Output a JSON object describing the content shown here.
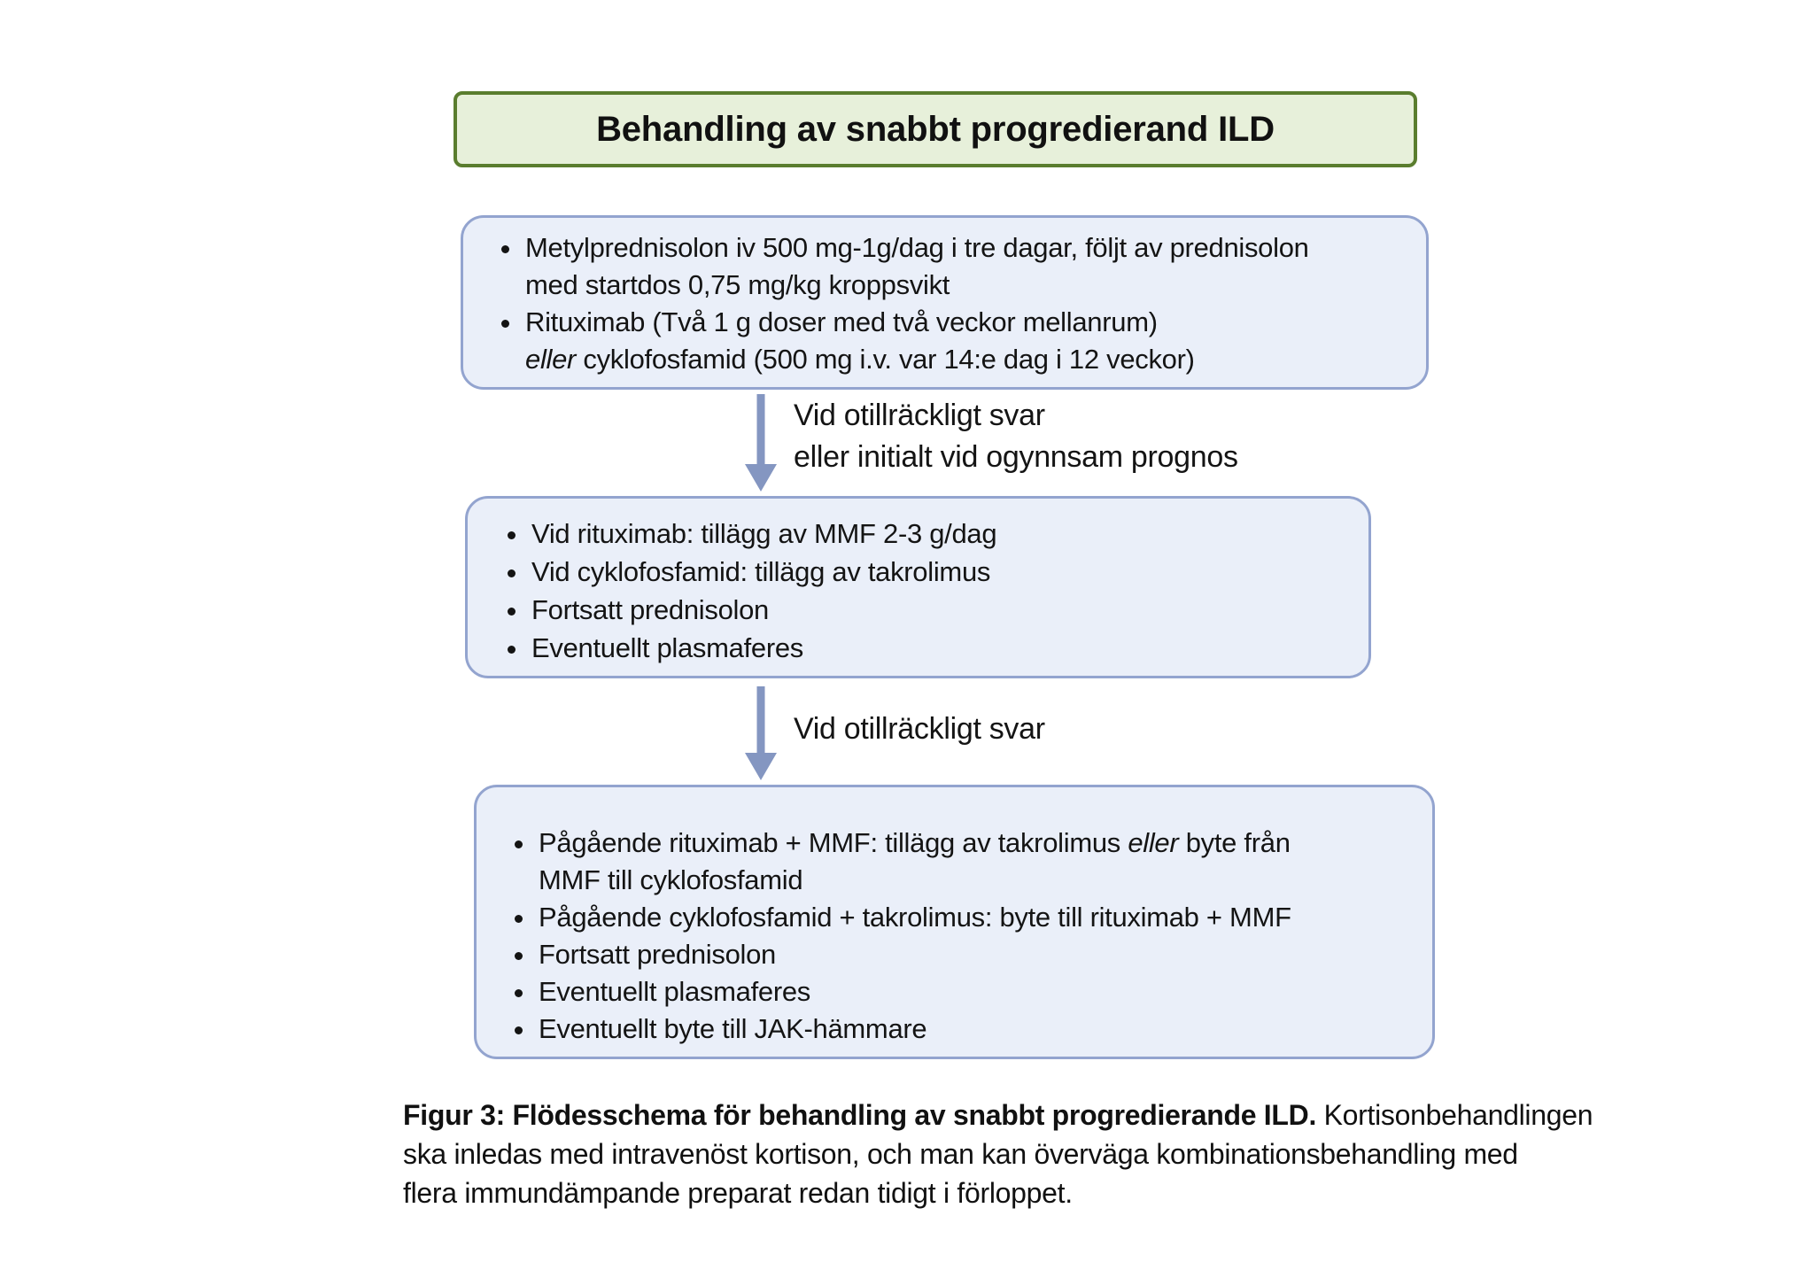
{
  "title": {
    "text": "Behandling av snabbt progredierand ILD"
  },
  "boxes": {
    "box1": {
      "bullets": [
        {
          "segments": [
            {
              "text": "Metylprednisolon iv 500 mg-1g/dag i tre dagar, följt av prednisolon"
            },
            {
              "br": true
            },
            {
              "text": "med startdos 0,75 mg/kg kroppsvikt"
            }
          ]
        },
        {
          "segments": [
            {
              "text": "Rituximab (Två 1 g doser med två veckor mellanrum)"
            },
            {
              "br": true
            },
            {
              "text": "eller",
              "italic": true
            },
            {
              "text": " cyklofosfamid (500 mg i.v. var 14:e dag i 12 veckor)"
            }
          ]
        }
      ]
    },
    "box2": {
      "bullets": [
        {
          "segments": [
            {
              "text": "Vid rituximab: tillägg av MMF 2-3 g/dag"
            }
          ]
        },
        {
          "segments": [
            {
              "text": "Vid cyklofosfamid: tillägg av takrolimus"
            }
          ]
        },
        {
          "segments": [
            {
              "text": "Fortsatt prednisolon"
            }
          ]
        },
        {
          "segments": [
            {
              "text": "Eventuellt plasmaferes"
            }
          ]
        }
      ]
    },
    "box3": {
      "bullets": [
        {
          "segments": [
            {
              "text": "Pågående rituximab + MMF: tillägg av takrolimus "
            },
            {
              "text": "eller",
              "italic": true
            },
            {
              "text": " byte från"
            },
            {
              "br": true
            },
            {
              "text": "MMF till cyklofosfamid"
            }
          ]
        },
        {
          "segments": [
            {
              "text": "Pågående cyklofosfamid + takrolimus: byte till rituximab + MMF"
            }
          ]
        },
        {
          "segments": [
            {
              "text": "Fortsatt prednisolon"
            }
          ]
        },
        {
          "segments": [
            {
              "text": "Eventuellt plasmaferes"
            }
          ]
        },
        {
          "segments": [
            {
              "text": "Eventuellt byte till JAK-hämmare"
            }
          ]
        }
      ]
    }
  },
  "arrows": {
    "arrow1": {
      "label_lines": [
        "Vid otillräckligt svar",
        "eller initialt vid ogynnsam prognos"
      ]
    },
    "arrow2": {
      "label_lines": [
        "Vid otillräckligt svar"
      ]
    }
  },
  "caption": {
    "lines": [
      {
        "segments": [
          {
            "text": "Figur 3: Flödesschema för behandling av snabbt progredierande ILD.",
            "bold": true
          },
          {
            "text": " Kortisonbehandlingen"
          }
        ]
      },
      {
        "segments": [
          {
            "text": "ska inledas med intravenöst kortison, och man kan överväga kombinationsbehandling med"
          }
        ]
      },
      {
        "segments": [
          {
            "text": "flera immundämpande preparat redan tidigt i förloppet."
          }
        ]
      }
    ]
  },
  "colors": {
    "background": "#ffffff",
    "title_box_bg": "#e7f0da",
    "title_box_border": "#5a7d2e",
    "step_box_bg": "#eaeff9",
    "step_box_border": "#93a4cf",
    "arrow": "#8496c1",
    "text": "#1c1c1c"
  }
}
